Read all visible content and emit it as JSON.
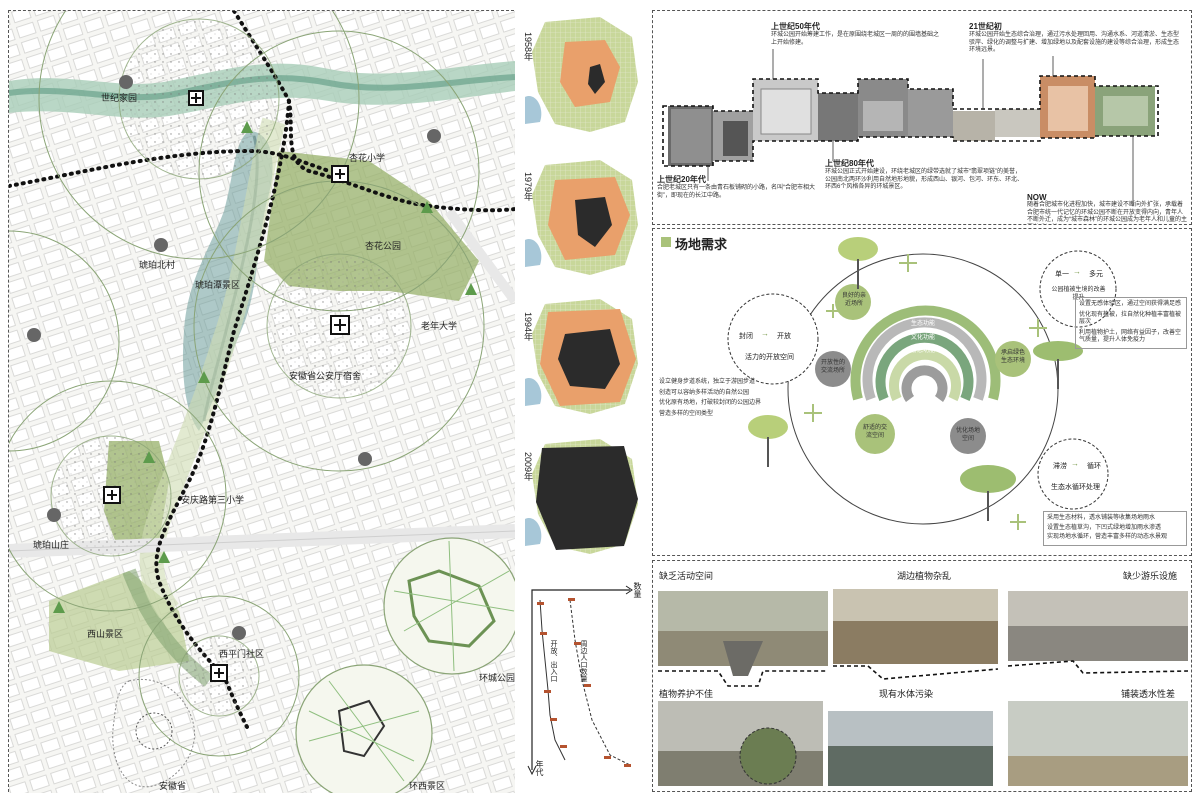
{
  "map": {
    "labels": {
      "century_home": "世纪家园",
      "xinghua_school": "杏花小学",
      "xinghua_park": "杏花公园",
      "hupo_north": "琥珀北村",
      "hupo_pool": "琥珀潭景区",
      "elderly_univ": "老年大学",
      "police_dorm": "安徽省公安厅宿舍",
      "anqing_school": "安庆路第三小学",
      "hupo_villa": "琥珀山庄",
      "xishan": "西山景区",
      "xipingmen": "西平门社区",
      "ring_park": "环城公园",
      "anhui": "安徽省",
      "huanxi": "环西景区"
    }
  },
  "timeline_maps": {
    "years": [
      "1958年",
      "1979年",
      "1994年",
      "2009年"
    ]
  },
  "chart": {
    "y_label": "年代",
    "x_label": "数量",
    "series1": "周边人口数量",
    "series2": "开放、出入口"
  },
  "history": {
    "items": [
      {
        "title": "上世纪50年代",
        "text": "环城公园开始筹建工作，是在原围绕老城区一周的的围墙基础之上开始修建。"
      },
      {
        "title": "21世纪初",
        "text": "环城公园开始生态综合治理，通过污水处理回用、沟通水系、河道清淤、生态型驳岸、绿化的调整与扩建、增加绿地以及配套设施的建设等综合治理，形成生态环境远景。"
      },
      {
        "title": "上世纪20年代",
        "text": "合肥老城区只有一条由青石板铺砌的小路，名叫“合肥市相大街”，即现在的长江中路。"
      },
      {
        "title": "上世纪80年代",
        "text": "环城公园正式开始建设，环绕老城区的绿带选就了城市“翡翠项链”的美誉，公园南北两环沙利用自然地形地貌，形成西山、银河、包河、环东、环北、环西6个风格各异的环城景区。"
      },
      {
        "title": "NOW",
        "text": "随着合肥城市化进程加快，城市建设不断向外扩张，承载着合肥市统一代记忆的环城公园不断在开放变得内向，青年人不断外迁，成为“城市森林”的环城公园成为老年人和儿童的主要游乐场所……"
      }
    ]
  },
  "needs": {
    "title": "场地需求",
    "rings": [
      "生态功能",
      "文化功能",
      "游憩功能"
    ],
    "bubble_nodes": [
      {
        "text": "良好的亲近场所"
      },
      {
        "text": "开放性的交流场所"
      },
      {
        "text": "舒适的交流空间"
      },
      {
        "text": "优化场地空间"
      },
      {
        "text": "承启绿色生态环境"
      }
    ],
    "bubble_closed": "封闭",
    "bubble_open": "开放",
    "bubble_vital": "活力的开放空间",
    "bubble_single": "单一",
    "bubble_diverse": "多元",
    "bubble_diverse2": "公园植被生境的改善提升",
    "bubble_stagnant": "滞涝",
    "bubble_cycle": "循环",
    "bubble_cycle2": "生态水循环处理",
    "left_notes": [
      "设立健身步道系统，独立于游园步道",
      "创造可以容纳多样活动的自然公园",
      "优化原有场地，打破较封闭的公园边界",
      "营造多样的空间类型"
    ],
    "right_notes": [
      "设置无感体验区，通过空间获得满足感",
      "优化现有植被，拉自然化种植丰富植被层次",
      "利用植物护土，网络有益因子，改善空气质量，提升人体免疫力"
    ],
    "bottom_notes": [
      "采用生态材料，透水铺装等收集场地雨水",
      "设置生态植草沟，下凹式绿地增加雨水渗透",
      "实现场地水循环，营造丰富多样的动态水景观"
    ]
  },
  "problems": [
    "缺乏活动空间",
    "湖边植物杂乱",
    "缺少游乐设施",
    "植物养护不佳",
    "现有水体污染",
    "铺装透水性差"
  ]
}
